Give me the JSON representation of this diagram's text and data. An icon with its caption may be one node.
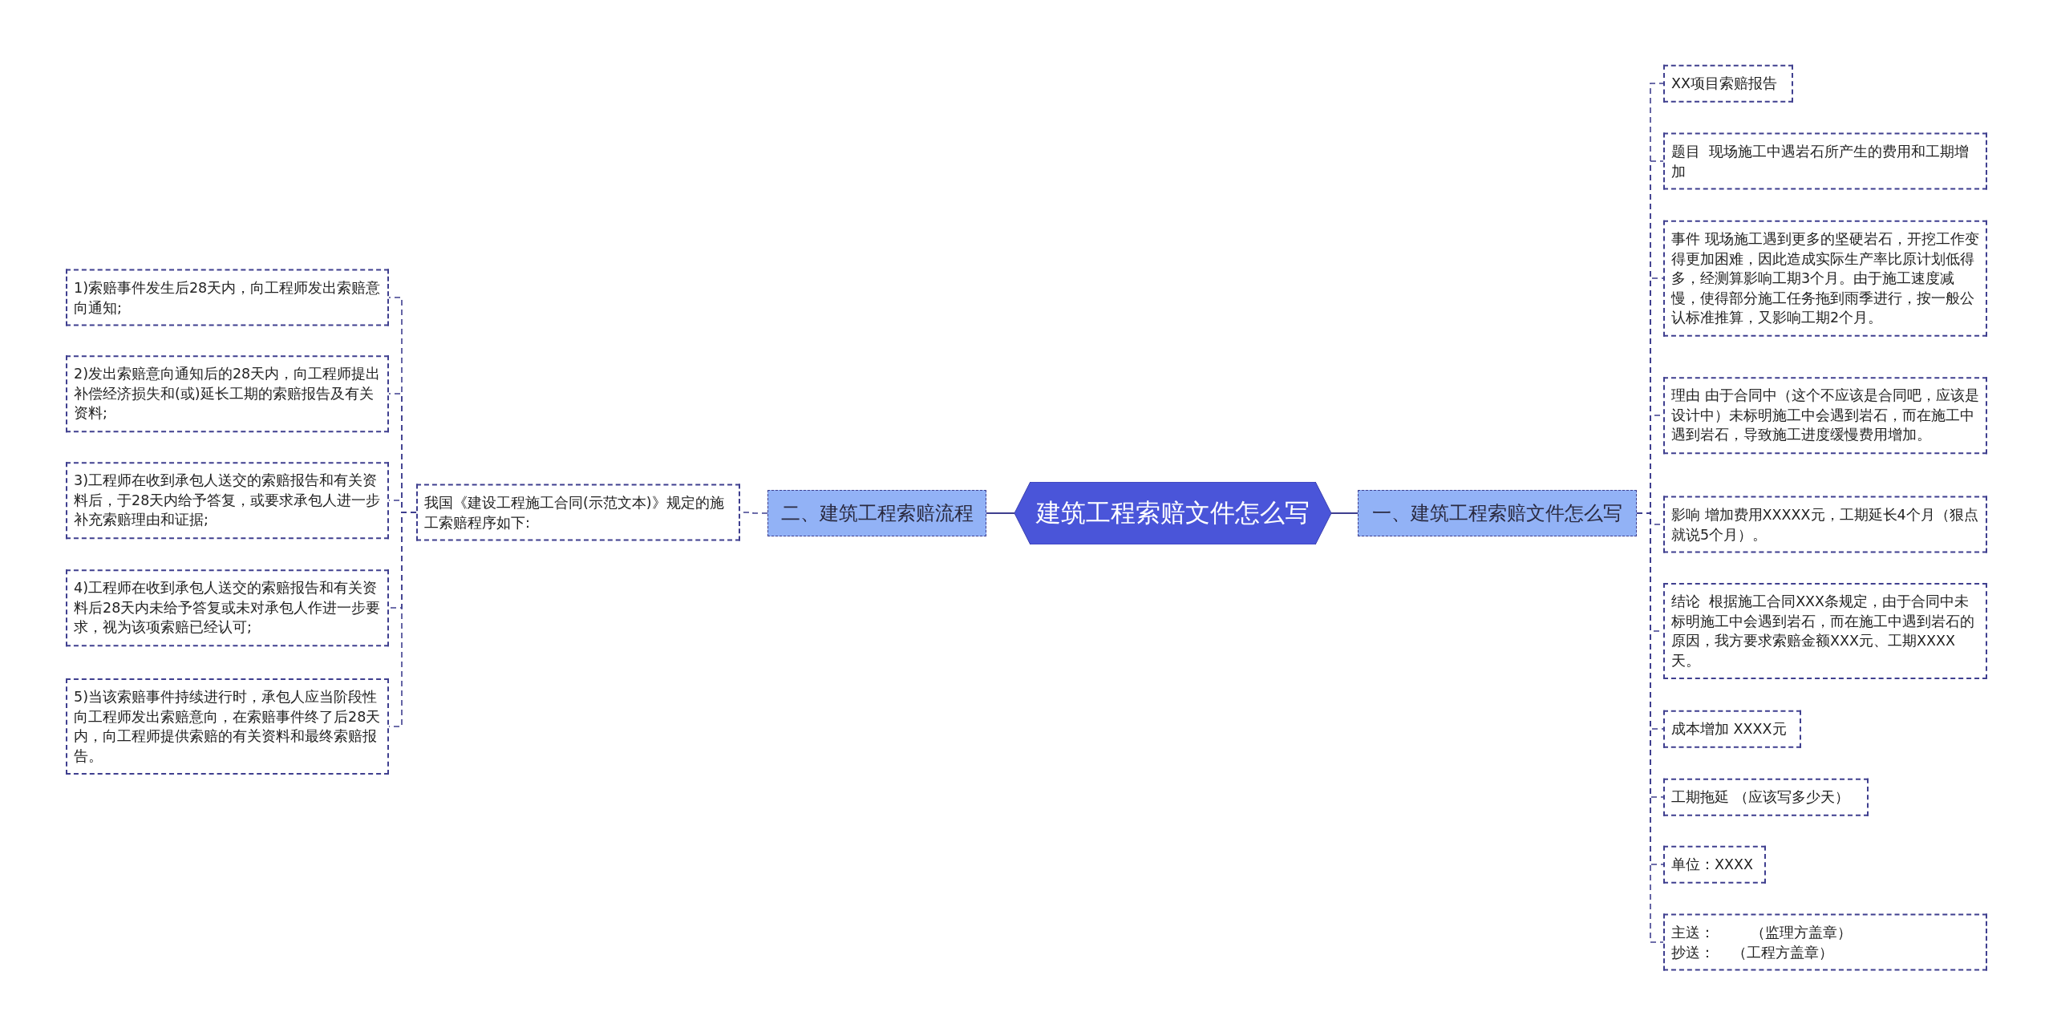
{
  "diagram": {
    "nodes": [
      {
        "text": [
          "建筑工程索赔文件怎么写"
        ]
      },
      {
        "text": [
          "二、建筑工程索赔流程"
        ]
      },
      {
        "text": [
          "我国《建设工程施工合同(示范文本)》规定的施工索赔程序如下:"
        ]
      },
      {
        "text": [
          "1)索赔事件发生后28天内，向工程师发出索赔意向通知;"
        ]
      },
      {
        "text": [
          "2)发出索赔意向通知后的28天内，向工程师提出补偿经济损失和(或)延长工期的索赔报告及有关资料;"
        ]
      },
      {
        "text": [
          "3)工程师在收到承包人送交的索赔报告和有关资料后，于28天内给予答复，或要求承包人进一步补充索赔理由和证据;"
        ]
      },
      {
        "text": [
          "4)工程师在收到承包人送交的索赔报告和有关资料后28天内未给予答复或未对承包人作进一步要求，视为该项索赔已经认可;"
        ]
      },
      {
        "text": [
          "5)当该索赔事件持续进行时，承包人应当阶段性向工程师发出索赔意向，在索赔事件终了后28天内，向工程师提供索赔的有关资料和最终索赔报告。"
        ]
      },
      {
        "text": [
          "一、建筑工程索赔文件怎么写"
        ]
      },
      {
        "text": [
          "XX项目索赔报告"
        ]
      },
      {
        "text": [
          "题目  现场施工中遇岩石所产生的费用和工期增加"
        ]
      },
      {
        "text": [
          "事件 现场施工遇到更多的坚硬岩石，开挖工作变得更加困难，因此造成实际生产率比原计划低得多，经测算影响工期3个月。由于施工速度减慢，使得部分施工任务拖到雨季进行，按一般公认标准推算，又影响工期2个月。"
        ]
      },
      {
        "text": [
          "理由 由于合同中（这个不应该是合同吧，应该是设计中）未标明施工中会遇到岩石，而在施工中遇到岩石，导致施工进度缓慢费用增加。"
        ]
      },
      {
        "text": [
          "影响 增加费用XXXXX元，工期延长4个月（狠点就说5个月）。"
        ]
      },
      {
        "text": [
          "结论  根据施工合同XXX条规定，由于合同中未标明施工中会遇到岩石，而在施工中遇到岩石的原因，我方要求索赔金额XXX元、工期XXXX天。"
        ]
      },
      {
        "text": [
          "成本增加 XXXX元"
        ]
      },
      {
        "text": [
          "工期拖延 （应该写多少天）"
        ]
      },
      {
        "text": [
          "单位：XXXX"
        ]
      },
      {
        "text": [
          "主送：        （监理方盖章）",
          "抄送：    （工程方盖章）"
        ]
      }
    ],
    "edges": [
      {
        "from": 0,
        "to": 1,
        "arrow": "none"
      },
      {
        "from": 1,
        "to": 2,
        "arrow": "none",
        "style": "dashed"
      },
      {
        "from": 2,
        "to": 3,
        "arrow": "none",
        "style": "dashed"
      },
      {
        "from": 2,
        "to": 4,
        "arrow": "none",
        "style": "dashed"
      },
      {
        "from": 2,
        "to": 5,
        "arrow": "none",
        "style": "dashed"
      },
      {
        "from": 2,
        "to": 6,
        "arrow": "none",
        "style": "dashed"
      },
      {
        "from": 2,
        "to": 7,
        "arrow": "none",
        "style": "dashed"
      },
      {
        "from": 0,
        "to": 8,
        "arrow": "none"
      },
      {
        "from": 8,
        "to": 9,
        "arrow": "none",
        "style": "dashed"
      },
      {
        "from": 8,
        "to": 10,
        "arrow": "none",
        "style": "dashed"
      },
      {
        "from": 8,
        "to": 11,
        "arrow": "none",
        "style": "dashed"
      },
      {
        "from": 8,
        "to": 12,
        "arrow": "none",
        "style": "dashed"
      },
      {
        "from": 8,
        "to": 13,
        "arrow": "none",
        "style": "dashed"
      },
      {
        "from": 8,
        "to": 14,
        "arrow": "none",
        "style": "dashed"
      },
      {
        "from": 8,
        "to": 15,
        "arrow": "none",
        "style": "dashed"
      },
      {
        "from": 8,
        "to": 16,
        "arrow": "none",
        "style": "dashed"
      },
      {
        "from": 8,
        "to": 17,
        "arrow": "none",
        "style": "dashed"
      },
      {
        "from": 8,
        "to": 18,
        "arrow": "none",
        "style": "dashed"
      }
    ]
  }
}
